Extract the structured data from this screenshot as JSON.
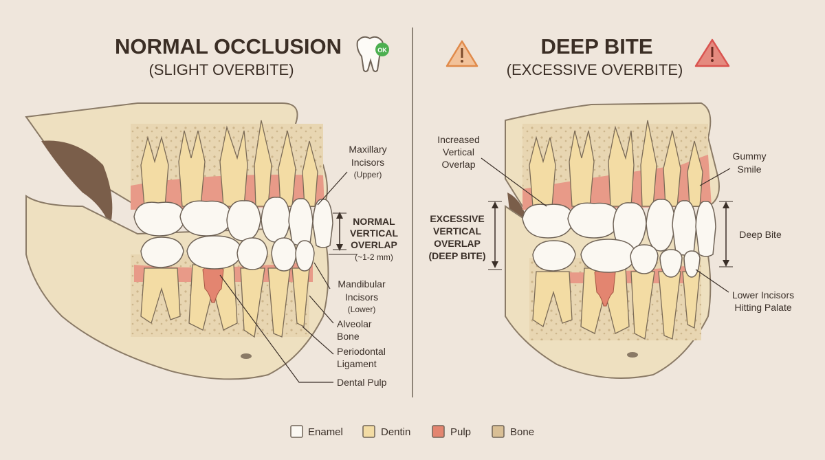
{
  "left_panel": {
    "title": "NORMAL OCCLUSION",
    "subtitle": "(SLIGHT OVERBITE)",
    "ok_badge": "OK",
    "badge_icon": "tooth-ok-icon",
    "labels": {
      "maxillary_1": "Maxillary",
      "maxillary_2": "Incisors",
      "maxillary_3": "(Upper)",
      "overlap_1": "NORMAL",
      "overlap_2": "VERTICAL",
      "overlap_3": "OVERLAP",
      "overlap_4": "(~1-2 mm)",
      "mandibular_1": "Mandibular",
      "mandibular_2": "Incisors",
      "mandibular_3": "(Lower)",
      "alveolar_1": "Alveolar",
      "alveolar_2": "Bone",
      "periodontal_1": "Periodontal",
      "periodontal_2": "Ligament",
      "pulp": "Dental Pulp"
    }
  },
  "right_panel": {
    "title": "DEEP BITE",
    "subtitle": "(EXCESSIVE OVERBITE)",
    "warning_icon": "warning-triangle-icon",
    "labels": {
      "increased_1": "Increased",
      "increased_2": "Vertical",
      "increased_3": "Overlap",
      "excessive_1": "EXCESSIVE",
      "excessive_2": "VERTICAL",
      "excessive_3": "OVERLAP",
      "excessive_4": "(DEEP BITE)",
      "gummy_1": "Gummy",
      "gummy_2": "Smile",
      "deep_bite": "Deep Bite",
      "lower_1": "Lower Incisors",
      "lower_2": "Hitting Palate"
    }
  },
  "legend": [
    {
      "label": "Enamel",
      "color": "#fbf8f2"
    },
    {
      "label": "Dentin",
      "color": "#f3dca4"
    },
    {
      "label": "Pulp",
      "color": "#e38570"
    },
    {
      "label": "Bone",
      "color": "#d9bf95"
    }
  ],
  "colors": {
    "background": "#efe6dc",
    "warning": "#e08a4a",
    "warning_red": "#d9534f",
    "ok_green": "#4caf50"
  }
}
